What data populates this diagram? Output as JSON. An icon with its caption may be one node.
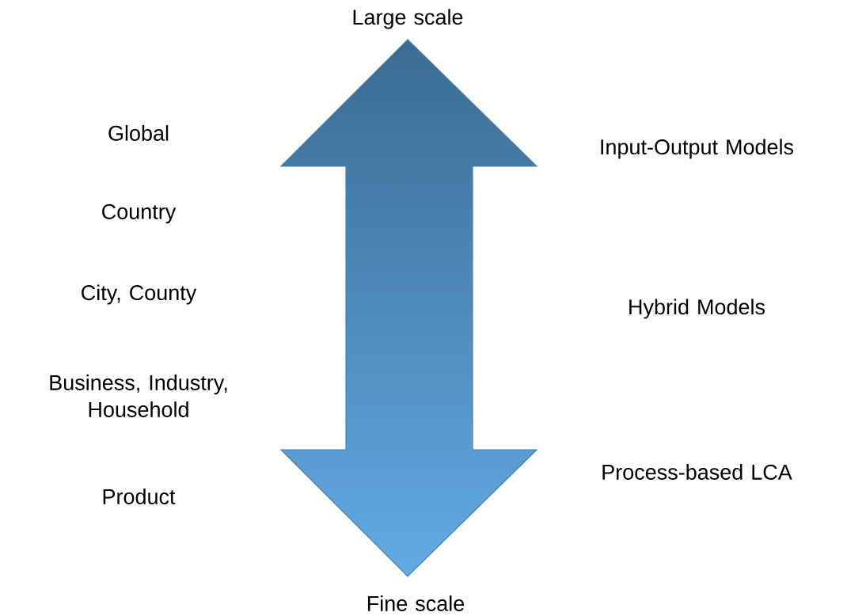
{
  "diagram": {
    "labels": [
      "Large scale",
      "Global",
      "Input-Output Models",
      "Country",
      "City, County",
      "Hybrid Models",
      "Business, Industry, Household",
      "Process-based LCA",
      "Product",
      "Fine scale"
    ]
  }
}
